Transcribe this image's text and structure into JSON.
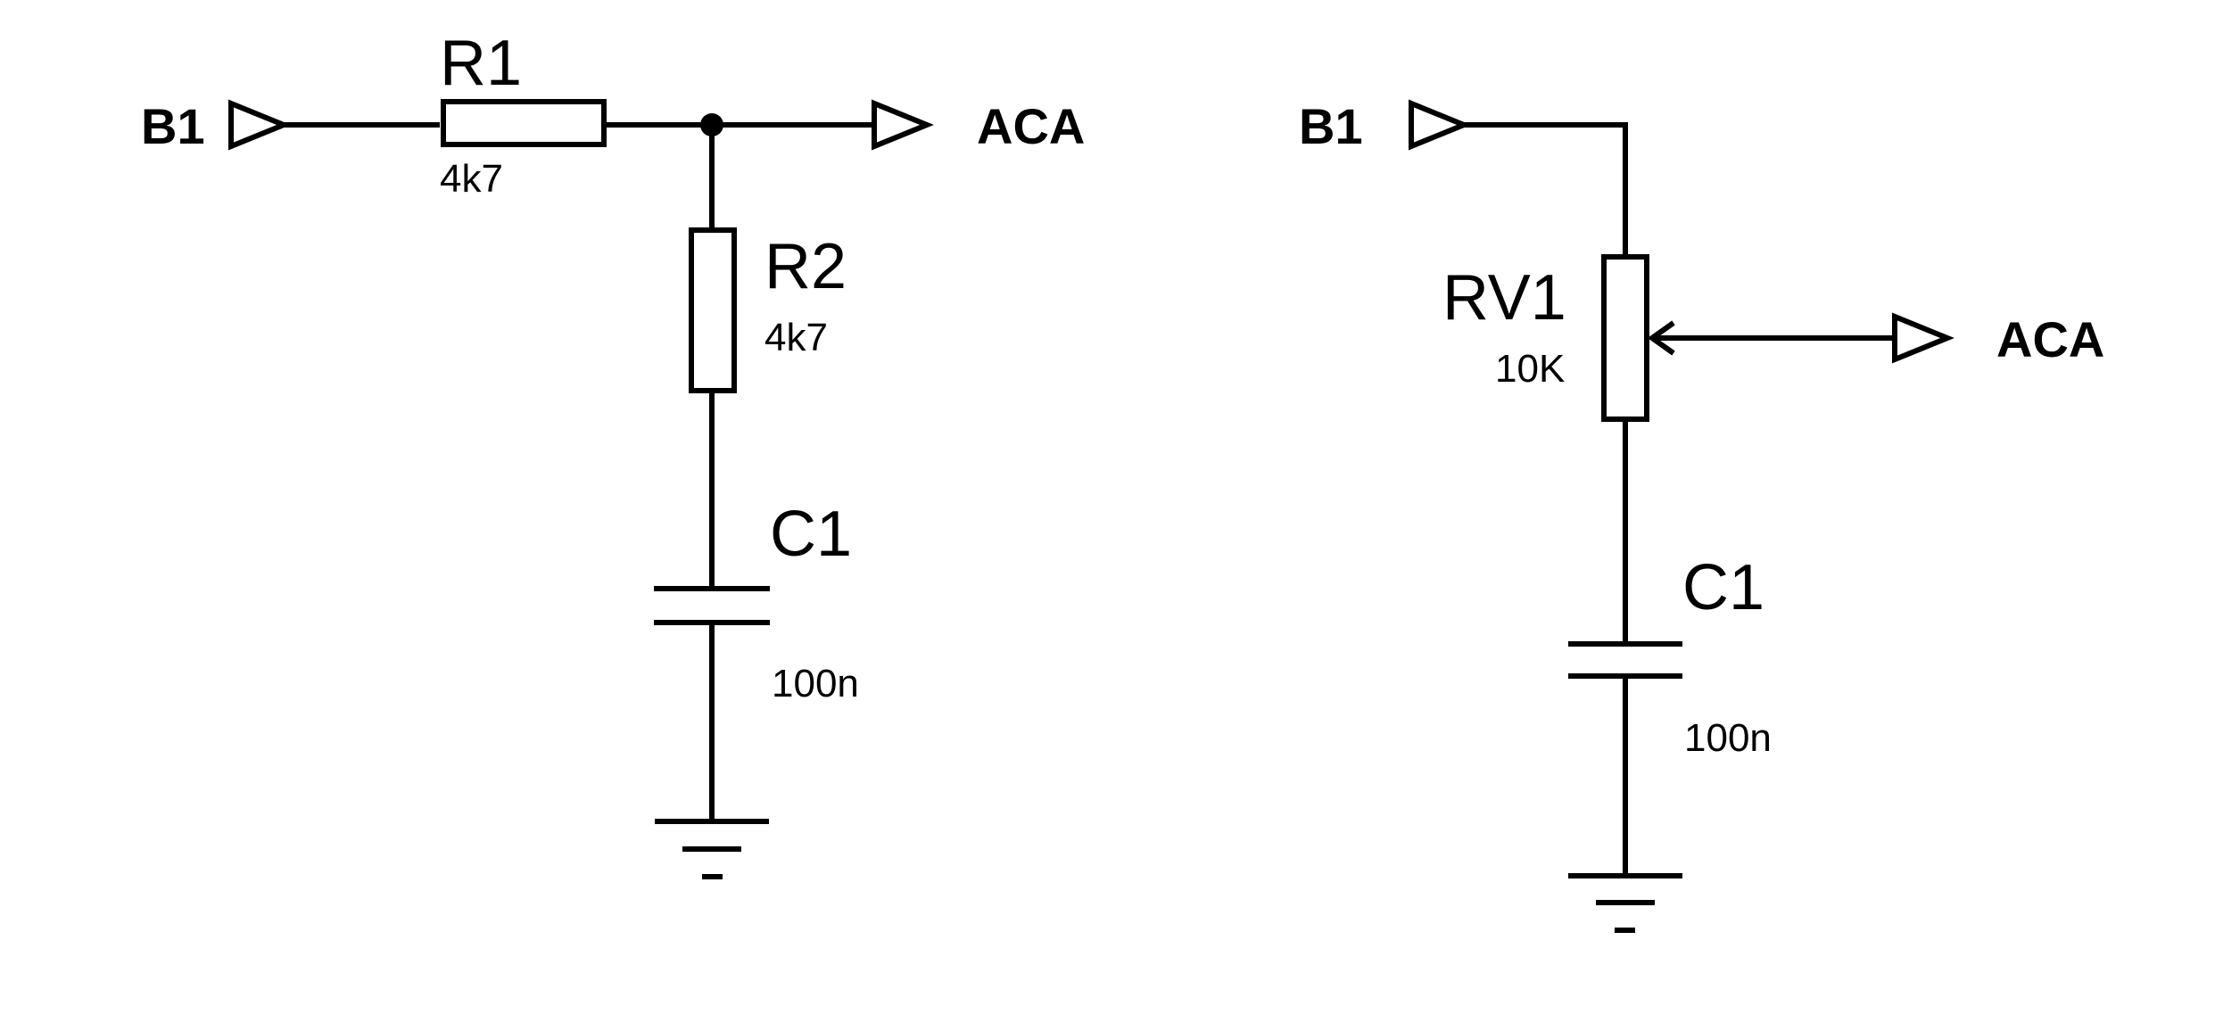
{
  "colors": {
    "line": "#000000",
    "background": "#ffffff"
  },
  "left_circuit": {
    "input_port": "B1",
    "output_port": "ACA",
    "r1": {
      "ref": "R1",
      "value": "4k7"
    },
    "r2": {
      "ref": "R2",
      "value": "4k7"
    },
    "c1": {
      "ref": "C1",
      "value": "100n"
    }
  },
  "right_circuit": {
    "input_port": "B1",
    "output_port": "ACA",
    "rv1": {
      "ref": "RV1",
      "value": "10K"
    },
    "c1": {
      "ref": "C1",
      "value": "100n"
    }
  }
}
